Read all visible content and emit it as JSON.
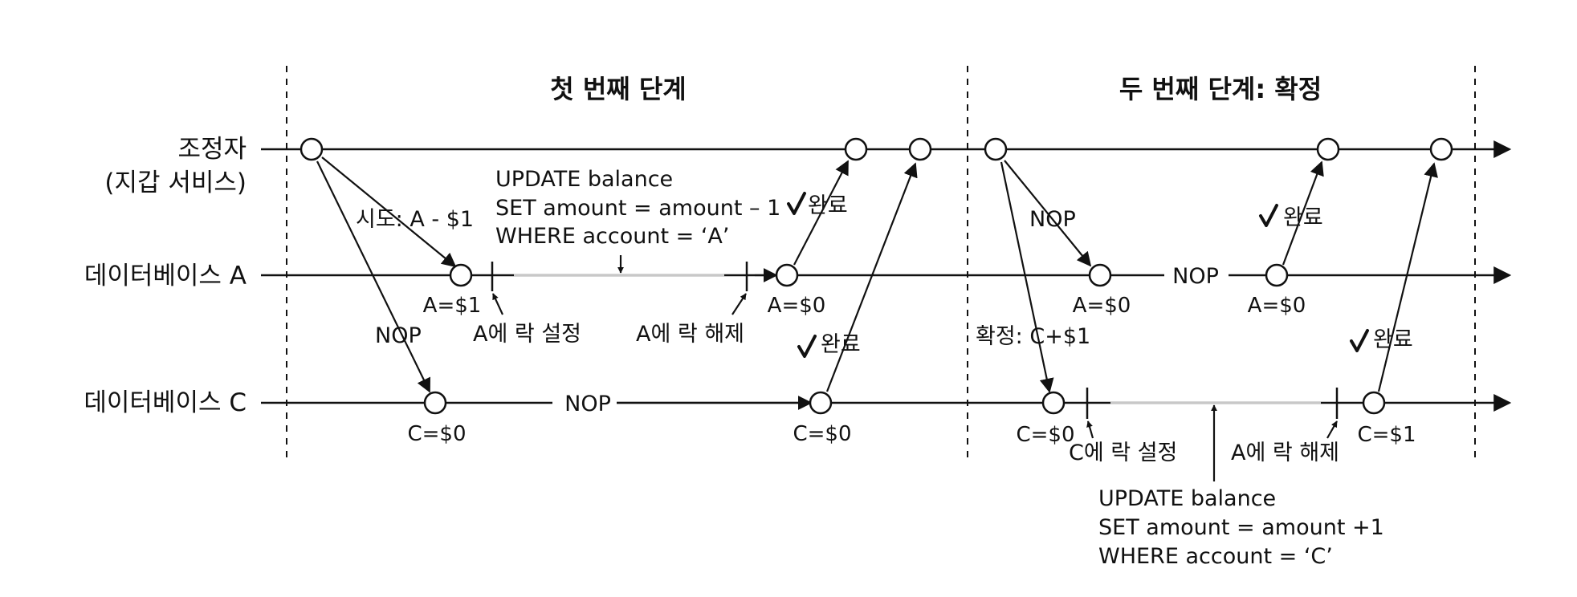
{
  "phases": {
    "first": "첫 번째 단계",
    "second": "두 번째 단계: 확정"
  },
  "lanes": {
    "coordinator_line1": "조정자",
    "coordinator_line2": "(지갑 서비스)",
    "db_a": "데이터베이스 A",
    "db_c": "데이터베이스 C"
  },
  "messages": {
    "try_a": "시도: A - $1",
    "nop_c1": "NOP",
    "nop_c_line": "NOP",
    "done_a1": "완료",
    "done_c1": "완료",
    "nop_a2": "NOP",
    "nop_a_line": "NOP",
    "done_a2": "완료",
    "commit_c": "확정: C+$1",
    "done_c2": "완료"
  },
  "states": {
    "a_1": "A=$1",
    "a_0_first": "A=$0",
    "c_0_first_1": "C=$0",
    "c_0_first_2": "C=$0",
    "a_0_second_1": "A=$0",
    "a_0_second_2": "A=$0",
    "c_0_second": "C=$0",
    "c_1": "C=$1"
  },
  "locks": {
    "a_set": "A에 락 설정",
    "a_release_first": "A에 락 해제",
    "c_set": "C에 락 설정",
    "a_release_second": "A에 락 해제"
  },
  "sql_a": {
    "line1": "UPDATE balance",
    "line2": "SET amount = amount – 1",
    "line3": "WHERE account = ‘A’"
  },
  "sql_c": {
    "line1": "UPDATE balance",
    "line2": "SET amount = amount +1",
    "line3": "WHERE account = ‘C’"
  }
}
